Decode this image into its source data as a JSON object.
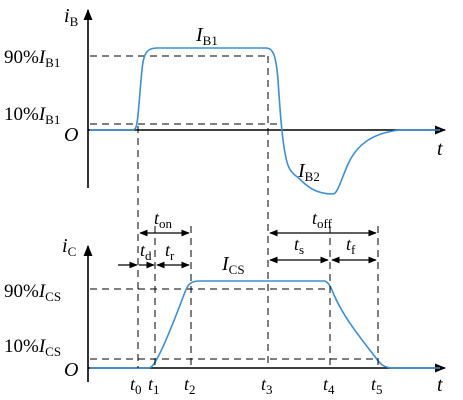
{
  "ib_panel": {
    "axis_name": "i",
    "axis_sub": "B",
    "time_name": "t",
    "origin": "O",
    "lvl90_prefix": "90%",
    "lvl90_name": "I",
    "lvl90_sub": "B1",
    "lvl10_prefix": "10%",
    "lvl10_name": "I",
    "lvl10_sub": "B1",
    "pos_name": "I",
    "pos_sub": "B1",
    "neg_name": "I",
    "neg_sub": "B2"
  },
  "ic_panel": {
    "axis_name": "i",
    "axis_sub": "C",
    "time_name": "t",
    "origin": "O",
    "lvl90_prefix": "90%",
    "lvl90_name": "I",
    "lvl90_sub": "CS",
    "lvl10_prefix": "10%",
    "lvl10_name": "I",
    "lvl10_sub": "CS",
    "cs_name": "I",
    "cs_sub": "CS"
  },
  "intervals": {
    "ton_name": "t",
    "ton_sub": "on",
    "td_name": "t",
    "td_sub": "d",
    "tr_name": "t",
    "tr_sub": "r",
    "toff_name": "t",
    "toff_sub": "off",
    "ts_name": "t",
    "ts_sub": "s",
    "tf_name": "t",
    "tf_sub": "f"
  },
  "time_marks": [
    {
      "name": "t",
      "sub": "0"
    },
    {
      "name": "t",
      "sub": "1"
    },
    {
      "name": "t",
      "sub": "2"
    },
    {
      "name": "t",
      "sub": "3"
    },
    {
      "name": "t",
      "sub": "4"
    },
    {
      "name": "t",
      "sub": "5"
    }
  ],
  "colors": {
    "waveform": "#3a8fd9",
    "lines": "#000000"
  }
}
